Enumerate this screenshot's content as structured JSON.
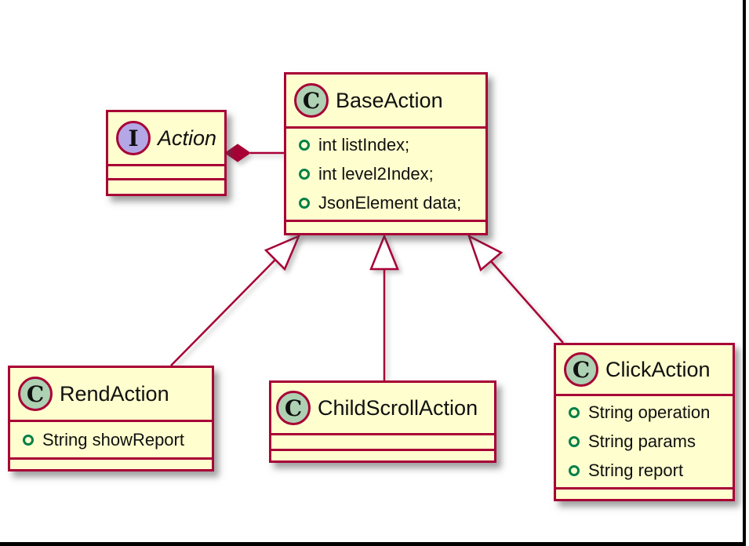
{
  "diagram_type": "uml-class-diagram",
  "colors": {
    "box_fill": "#FEFECE",
    "box_border": "#A80036",
    "relation_line": "#A80036",
    "class_circle_fill": "#ADD1B2",
    "interface_circle_fill": "#B4A7E5",
    "field_bullet": "#038048",
    "frame": "#000000"
  },
  "classes": {
    "action": {
      "kind": "interface",
      "letter": "I",
      "name": "Action",
      "fields": []
    },
    "base": {
      "kind": "class",
      "letter": "C",
      "name": "BaseAction",
      "fields": [
        "int listIndex;",
        "int level2Index;",
        "JsonElement data;"
      ]
    },
    "rend": {
      "kind": "class",
      "letter": "C",
      "name": "RendAction",
      "fields": [
        "String showReport"
      ]
    },
    "child": {
      "kind": "class",
      "letter": "C",
      "name": "ChildScrollAction",
      "fields": []
    },
    "click": {
      "kind": "class",
      "letter": "C",
      "name": "ClickAction",
      "fields": [
        "String operation",
        "String params",
        "String report"
      ]
    }
  },
  "relations": [
    {
      "type": "composition",
      "from": "Action",
      "to": "BaseAction"
    },
    {
      "type": "extends",
      "from": "RendAction",
      "to": "BaseAction"
    },
    {
      "type": "extends",
      "from": "ChildScrollAction",
      "to": "BaseAction"
    },
    {
      "type": "extends",
      "from": "ClickAction",
      "to": "BaseAction"
    }
  ]
}
